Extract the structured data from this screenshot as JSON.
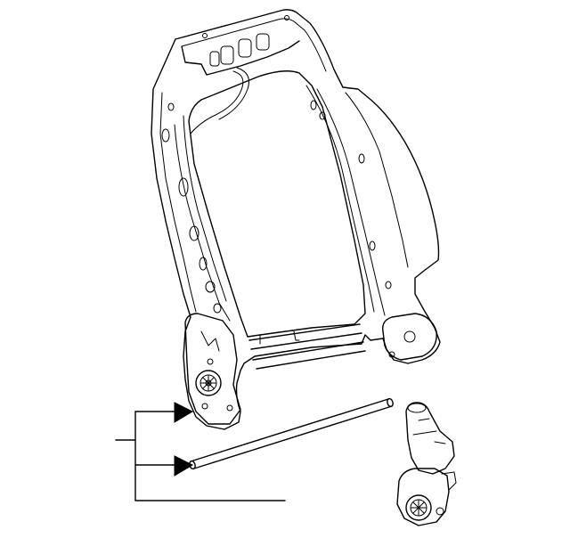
{
  "diagram": {
    "parts": [
      "seat-back-frame",
      "torsion-rod",
      "recliner-motor"
    ],
    "labels": [],
    "colors": {
      "line": "#000000",
      "background": "#ffffff"
    }
  }
}
